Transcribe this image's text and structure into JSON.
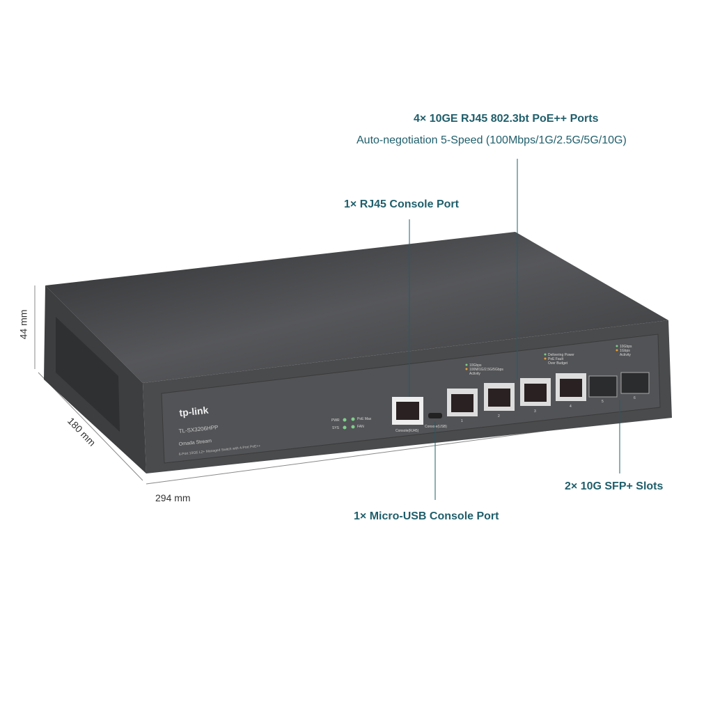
{
  "callouts": {
    "poe_ports_title": "4× 10GE RJ45 802.3bt PoE++ Ports",
    "poe_ports_sub": "Auto-negotiation 5-Speed (100Mbps/1G/2.5G/5G/10G)",
    "rj45_console": "1× RJ45 Console Port",
    "micro_usb_console": "1× Micro-USB Console Port",
    "sfp_slots": "2× 10G SFP+ Slots"
  },
  "dimensions": {
    "height": "44 mm",
    "depth": "180 mm",
    "width": "294 mm"
  },
  "device": {
    "brand": "tp-link",
    "model": "TL-SX3206HPP",
    "series": "Omada Stream",
    "description": "6-Port 10GE L2+ Managed Switch with 4-Port PoE++",
    "leds": [
      "PWR",
      "SYS",
      "PoE Max",
      "FAN"
    ],
    "speed_legend": [
      "10Gbps",
      "100M/1G/2.5G/5Gbps",
      "Activity"
    ],
    "poe_legend": [
      "Delivering Power",
      "PoE Fault",
      "Over Budget"
    ],
    "sfp_legend": [
      "10Gbps",
      "1Gbps",
      "Activity"
    ],
    "port_labels": [
      "1",
      "2",
      "3",
      "4",
      "5",
      "6"
    ],
    "console_labels": [
      "Console(RJ45)",
      "Console(USB)"
    ],
    "colors": {
      "body": "#4a4b4d",
      "top": "#3a3b3d",
      "accent": "#1f5e6b",
      "led_green": "#7fcf8a",
      "led_amber": "#e8a23a"
    }
  }
}
